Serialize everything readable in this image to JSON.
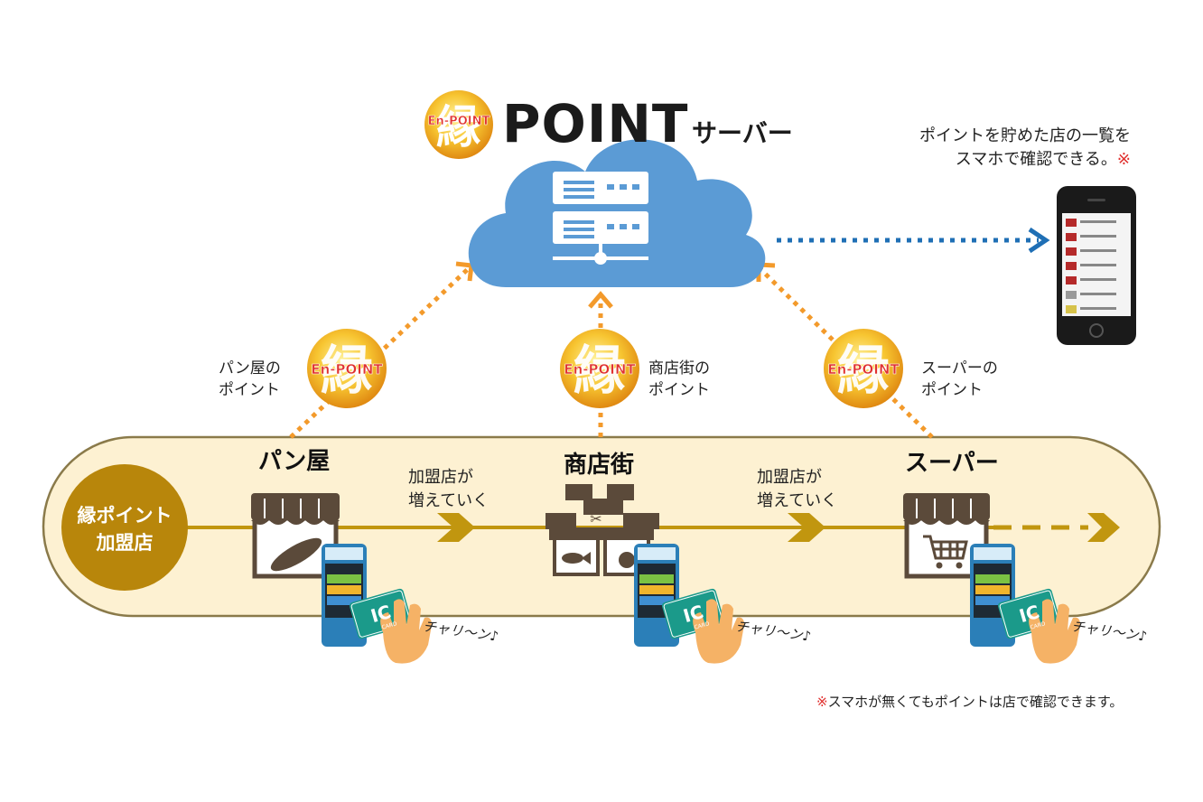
{
  "server": {
    "logo_text": "En-POINT",
    "logo_kanji": "縁",
    "title_main": "POINT",
    "title_sub": "サーバー"
  },
  "smartphone_note": {
    "line1": "ポイントを貯めた店の一覧を",
    "line2": "スマホで確認できる。",
    "mark": "※"
  },
  "coins": [
    {
      "brand": "En-POINT",
      "kanji": "縁",
      "label_line1": "パン屋の",
      "label_line2": "ポイント"
    },
    {
      "brand": "En-POINT",
      "kanji": "縁",
      "label_line1": "商店街の",
      "label_line2": "ポイント"
    },
    {
      "brand": "En-POINT",
      "kanji": "縁",
      "label_line1": "スーパーの",
      "label_line2": "ポイント"
    }
  ],
  "member": {
    "line1": "縁ポイント",
    "line2": "加盟店"
  },
  "stores": [
    {
      "name": "パン屋",
      "icon": "bread-icon"
    },
    {
      "name": "商店街",
      "icon": "shopping-street-icon"
    },
    {
      "name": "スーパー",
      "icon": "shopping-cart-icon"
    }
  ],
  "growth_labels": [
    {
      "line1": "加盟店が",
      "line2": "増えていく"
    },
    {
      "line1": "加盟店が",
      "line2": "増えていく"
    }
  ],
  "terminals": [
    {
      "card_text": "IC",
      "card_sub": "CARD",
      "sound": "チャリ〜ン♪"
    },
    {
      "card_text": "IC",
      "card_sub": "CARD",
      "sound": "チャリ〜ン♪"
    },
    {
      "card_text": "IC",
      "card_sub": "CARD",
      "sound": "チャリ〜ン♪"
    }
  ],
  "footnote": "※スマホが無くてもポイントは店で確認できます。",
  "colors": {
    "band_fill": "#fdf1d2",
    "band_stroke": "#8a7a4a",
    "flow_gold": "#c1960f",
    "member_circle": "#b8860b",
    "cloud": "#5b9bd5",
    "dotted_orange": "#f39a2b",
    "dotted_blue": "#1f6fb5",
    "awning": "#5b4a3a"
  }
}
